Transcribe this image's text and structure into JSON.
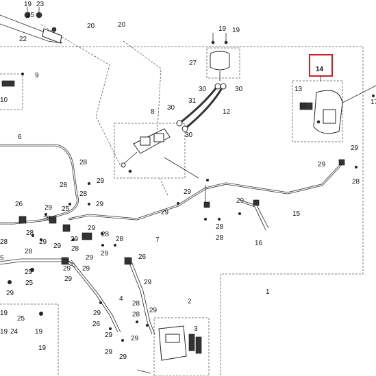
{
  "diagram": {
    "highlight_color": "#cc1f1f",
    "labels": {
      "l1": "1",
      "l2": "2",
      "l3": "3",
      "l4": "4",
      "l5": "5",
      "l6": "6",
      "l7": "7",
      "l8": "8",
      "l9": "9",
      "l10": "10",
      "l12": "12",
      "l13": "13",
      "l14": "14",
      "l15": "15",
      "l16": "16",
      "l17": "17",
      "l19": "19",
      "l20": "20",
      "l22": "22",
      "l23": "23",
      "l24": "24",
      "l25": "25",
      "l26": "26",
      "l27": "27",
      "l28": "28",
      "l29": "29",
      "l30": "30",
      "l31": "31"
    }
  }
}
